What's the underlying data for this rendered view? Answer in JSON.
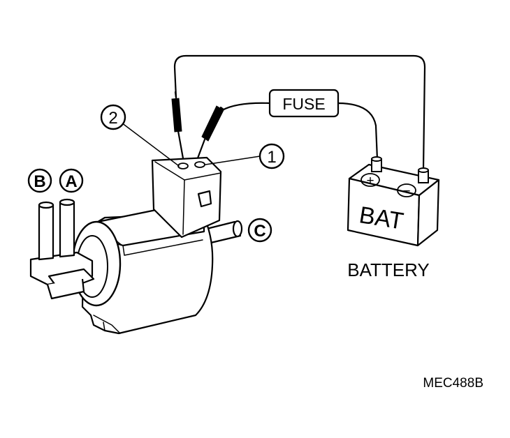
{
  "labels": {
    "terminal_2": "2",
    "terminal_1": "1",
    "port_b": "B",
    "port_a": "A",
    "port_c": "C",
    "fuse": "FUSE",
    "battery_case": "BAT",
    "battery_caption": "BATTERY",
    "battery_plus": "+",
    "battery_minus": "−",
    "figure_code": "MEC488B"
  },
  "colors": {
    "ink": "#000000",
    "paper": "#ffffff"
  }
}
